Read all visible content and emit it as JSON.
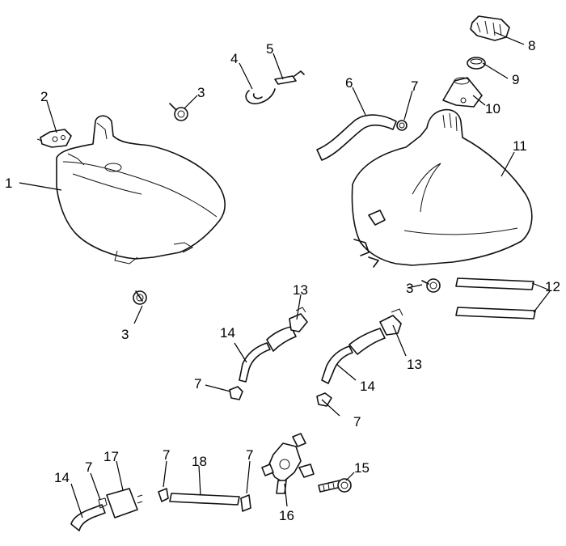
{
  "diagram": {
    "callouts": [
      {
        "id": "c1",
        "label": "1"
      },
      {
        "id": "c2",
        "label": "2"
      },
      {
        "id": "c3a",
        "label": "3"
      },
      {
        "id": "c3b",
        "label": "3"
      },
      {
        "id": "c3c",
        "label": "3"
      },
      {
        "id": "c4",
        "label": "4"
      },
      {
        "id": "c5",
        "label": "5"
      },
      {
        "id": "c6",
        "label": "6"
      },
      {
        "id": "c7a",
        "label": "7"
      },
      {
        "id": "c7b",
        "label": "7"
      },
      {
        "id": "c7c",
        "label": "7"
      },
      {
        "id": "c7d",
        "label": "7"
      },
      {
        "id": "c7e",
        "label": "7"
      },
      {
        "id": "c7f",
        "label": "7"
      },
      {
        "id": "c8",
        "label": "8"
      },
      {
        "id": "c9",
        "label": "9"
      },
      {
        "id": "c10",
        "label": "10"
      },
      {
        "id": "c11",
        "label": "11"
      },
      {
        "id": "c12",
        "label": "12"
      },
      {
        "id": "c13a",
        "label": "13"
      },
      {
        "id": "c13b",
        "label": "13"
      },
      {
        "id": "c14a",
        "label": "14"
      },
      {
        "id": "c14b",
        "label": "14"
      },
      {
        "id": "c14c",
        "label": "14"
      },
      {
        "id": "c15",
        "label": "15"
      },
      {
        "id": "c16",
        "label": "16"
      },
      {
        "id": "c17",
        "label": "17"
      },
      {
        "id": "c18",
        "label": "18"
      }
    ]
  }
}
